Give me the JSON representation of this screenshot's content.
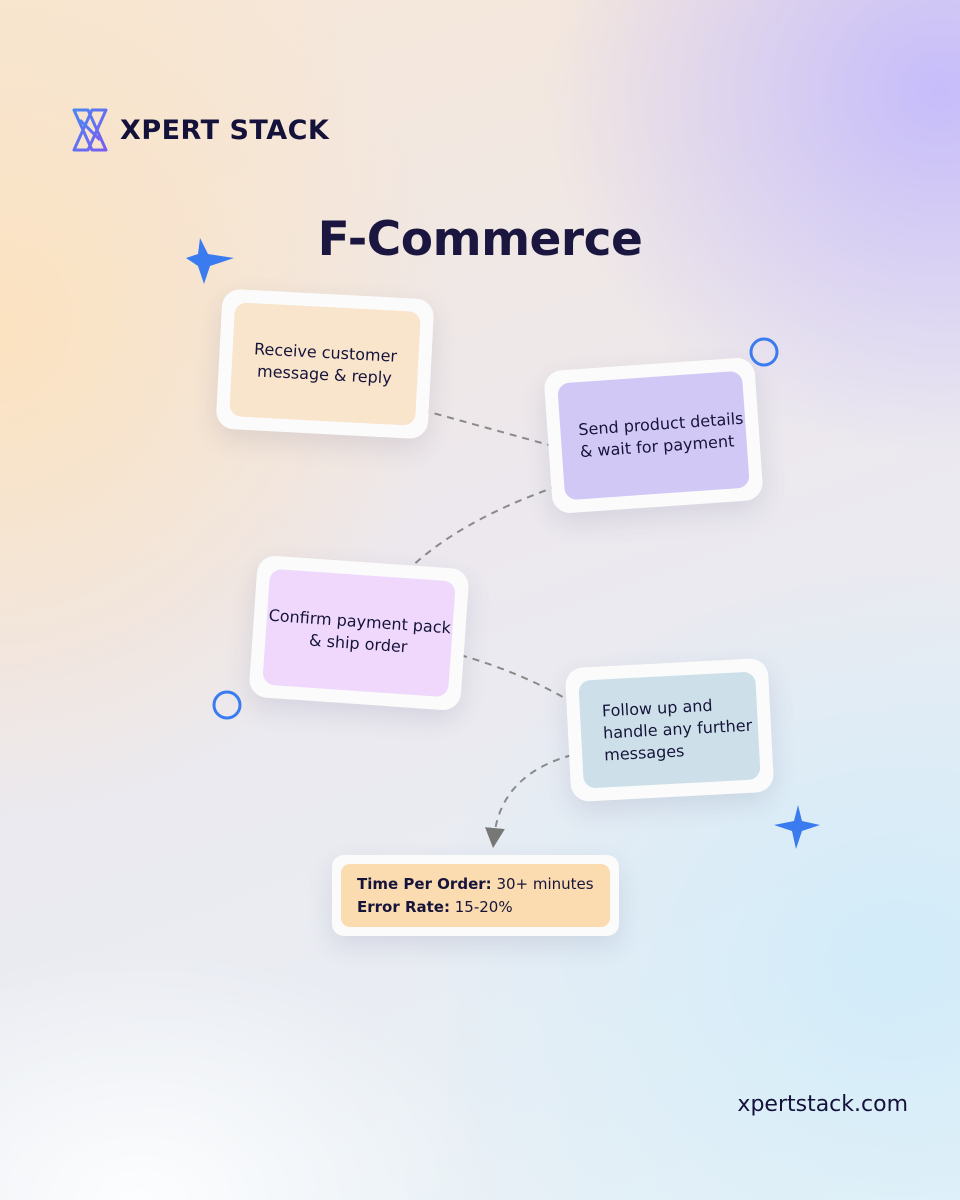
{
  "brand": {
    "name": "XPERT STACK",
    "logo_icon": "xpert-stack-logo-icon",
    "accent": "#3b7bf0"
  },
  "title": "F-Commerce",
  "steps": [
    {
      "text": "Receive customer message & reply",
      "color": "#f9e4cc"
    },
    {
      "text": "Send product details & wait for payment",
      "color": "#d2c8f6"
    },
    {
      "text": "Confirm payment pack & ship order",
      "color": "#efd8fb"
    },
    {
      "text": "Follow up and handle any further messages",
      "color": "#cde0ea"
    }
  ],
  "stats": {
    "time_label": "Time Per Order:",
    "time_value": "30+ minutes",
    "error_label": "Error Rate:",
    "error_value": "15-20%",
    "color": "#fbdcb1"
  },
  "decorations": [
    "sparkle-star-icon",
    "ring-circle-icon"
  ],
  "footer": {
    "url": "xpertstack.com"
  }
}
